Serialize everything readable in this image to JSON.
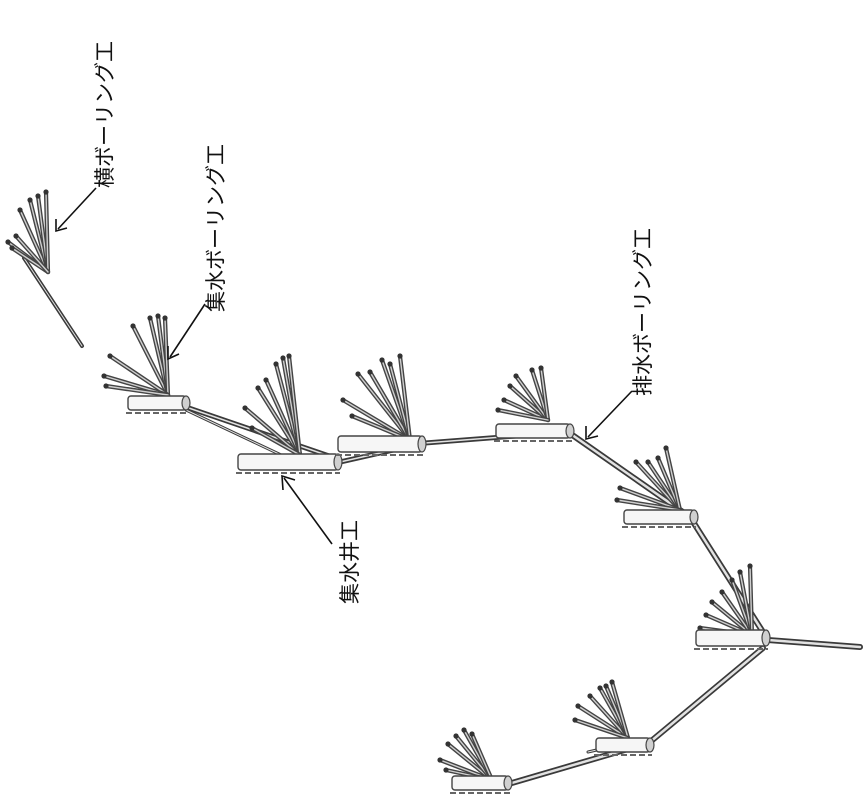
{
  "labels": {
    "yoko_boring": "横ボーリング工",
    "shusui_boring": "集水ボーリング工",
    "haisui_boring": "排水ボーリング工",
    "shusui_sei": "集水井工"
  }
}
